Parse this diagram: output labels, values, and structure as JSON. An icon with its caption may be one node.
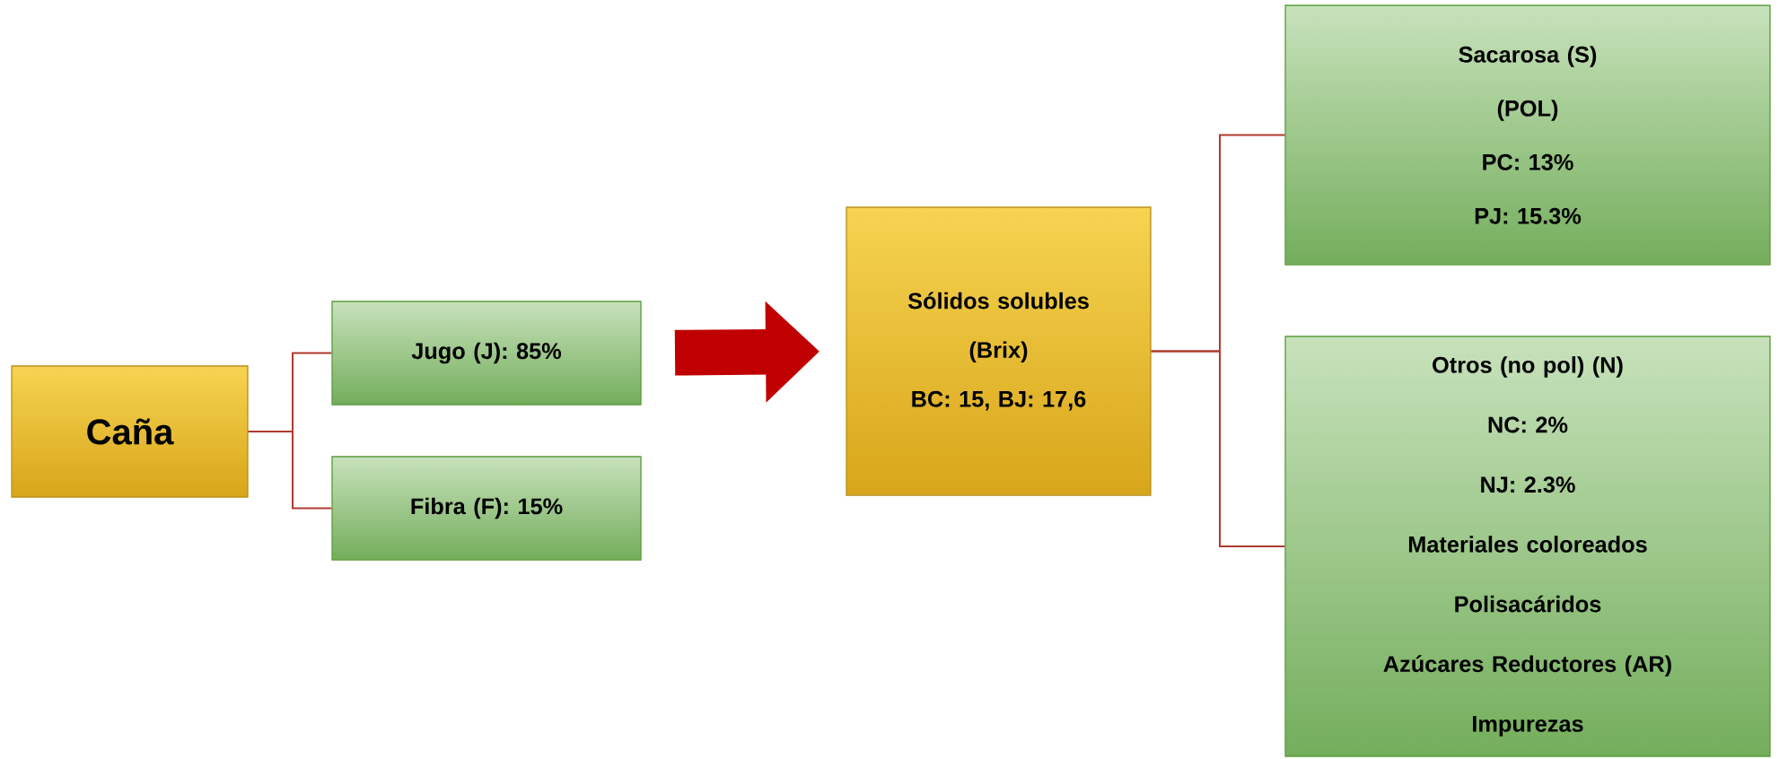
{
  "diagram": {
    "nodes": [
      {
        "text": [
          "Caña"
        ]
      },
      {
        "text": [
          "Jugo (J): 85%"
        ]
      },
      {
        "text": [
          "Fibra (F): 15%"
        ]
      },
      {
        "text": [
          "Sólidos solubles",
          "(Brix)",
          "BC: 15, BJ: 17,6"
        ]
      },
      {
        "text": [
          "Sacarosa (S)",
          "(POL)",
          "PC: 13%",
          "PJ: 15.3%"
        ]
      },
      {
        "text": [
          "Otros (no pol) (N)",
          "NC: 2%",
          "NJ: 2.3%",
          "Materiales coloreados",
          "Polisacáridos",
          "Azúcares Reductores (AR)",
          "Impurezas"
        ]
      }
    ],
    "edges": [
      {
        "from": 0,
        "to": 1,
        "arrow": "none"
      },
      {
        "from": 0,
        "to": 2,
        "arrow": "none"
      },
      {
        "from": 1,
        "to": 3,
        "arrow": "to",
        "style": "thick",
        "color": "#c00000"
      },
      {
        "from": 3,
        "to": 4,
        "arrow": "none"
      },
      {
        "from": 3,
        "to": 5,
        "arrow": "none"
      }
    ]
  }
}
